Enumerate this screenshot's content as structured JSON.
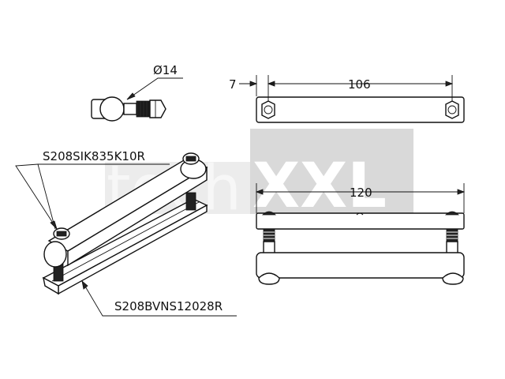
{
  "watermark": {
    "text_light": "tech",
    "text_bold": "XXL",
    "box_color": "#d9d9d9"
  },
  "dimensions": {
    "diameter": "Ø14",
    "offset": "7",
    "hole_spacing": "106",
    "overall_length": "120"
  },
  "callouts": {
    "screw_part": "S208SIK835K10R",
    "rail_part": "S208BVNS12028R"
  }
}
